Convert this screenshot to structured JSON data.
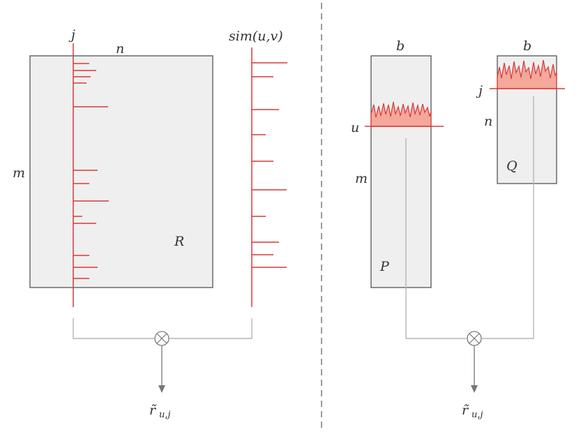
{
  "colors": {
    "accent": "#d9383a",
    "fill_accent": "#f4a89a",
    "matrix_fill": "#efefef",
    "divider": "#9a9a9a",
    "connector": "#b5b5b5"
  },
  "left": {
    "matrix_label": "R",
    "rows_label": "m",
    "cols_label": "n",
    "column_label": "j",
    "sim_label": "sim(u,v)",
    "op_symbol": "⊗",
    "output_main": "r̃",
    "output_sub": "u,j"
  },
  "right": {
    "p_label": "P",
    "q_label": "Q",
    "p_width_label": "b",
    "q_width_label": "b",
    "u_label": "u",
    "j_label": "j",
    "m_label": "m",
    "n_label": "n",
    "op_symbol": "⊗",
    "output_main": "r̃",
    "output_sub": "u,j"
  }
}
